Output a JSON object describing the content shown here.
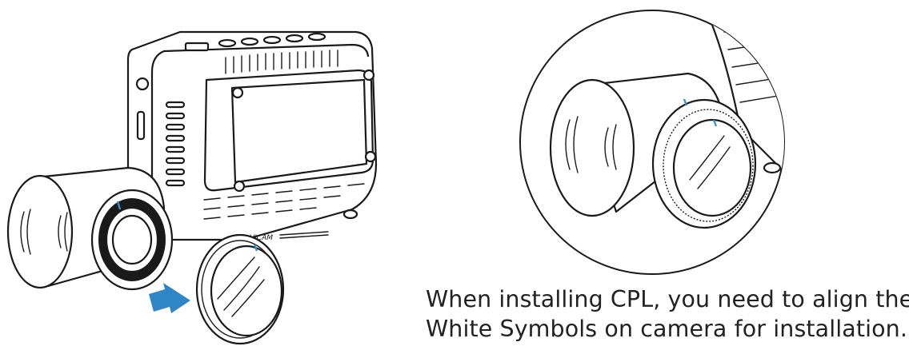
{
  "caption": {
    "line1": "When installing CPL, you need to align the",
    "line2": "White Symbols on camera for installation."
  },
  "device": {
    "brand_text": "VICAM"
  },
  "colors": {
    "ink": "#1a1a1a",
    "arrow": "#2f86c7",
    "align_mark": "#3a8fd0",
    "background": "#ffffff"
  }
}
